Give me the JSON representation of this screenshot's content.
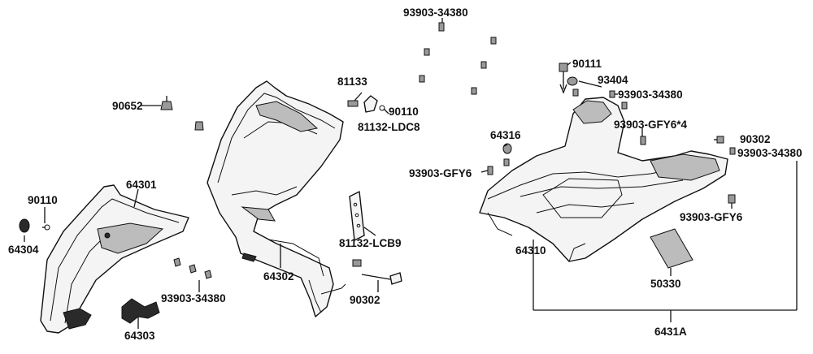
{
  "labels": {
    "p93903_34380_top": "93903-34380",
    "p90111": "90111",
    "p93404": "93404",
    "p93903_34380_right": "93903-34380",
    "p81133": "81133",
    "p90652": "90652",
    "p90110_mid": "90110",
    "p81132_ldc8": "81132-LDC8",
    "p64316": "64316",
    "p93903_gfy6_4": "93903-GFY6*4",
    "p90302_right": "90302",
    "p93903_34380_far_right": "93903-34380",
    "p93903_gfy6_left": "93903-GFY6",
    "p64301": "64301",
    "p90110_left": "90110",
    "p64304": "64304",
    "p93903_gfy6_right": "93903-GFY6",
    "p81132_lcb9": "81132-LCB9",
    "p64310": "64310",
    "p50330": "50330",
    "p64302": "64302",
    "p93903_34380_bottom": "93903-34380",
    "p90302_bottom": "90302",
    "p64303": "64303",
    "p6431a": "6431A"
  },
  "parts": {
    "front_cover_inner": "front-inner-cover",
    "front_cover_outer": "front-outer-cover",
    "floor_panel": "floor-panel",
    "emblem_64303": "emblem",
    "plate_81132_lcb9": "bracket-plate",
    "pad_50330": "pad"
  }
}
